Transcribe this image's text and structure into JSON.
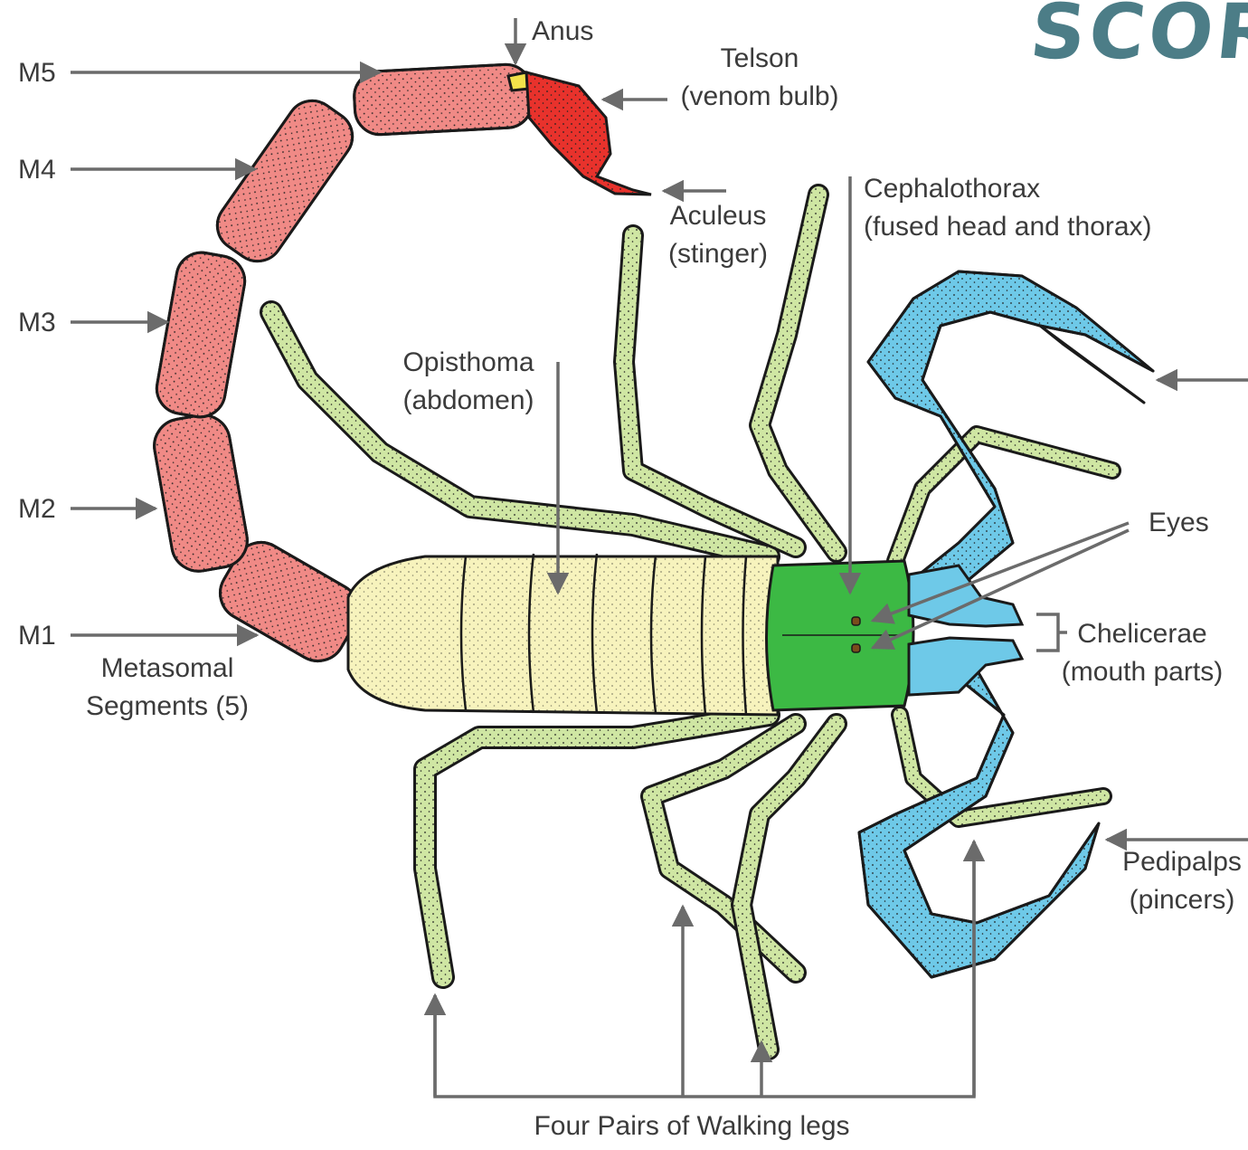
{
  "title": "SCORP",
  "labels": {
    "m5": "M5",
    "m4": "M4",
    "m3": "M3",
    "m2": "M2",
    "m1": "M1",
    "metasomal_line1": "Metasomal",
    "metasomal_line2": "Segments (5)",
    "anus": "Anus",
    "telson_line1": "Telson",
    "telson_line2": "(venom bulb)",
    "aculeus_line1": "Aculeus",
    "aculeus_line2": "(stinger)",
    "opisthoma_line1": "Opisthoma",
    "opisthoma_line2": "(abdomen)",
    "cephalothorax_line1": "Cephalothorax",
    "cephalothorax_line2": "(fused head and thorax)",
    "eyes": "Eyes",
    "chelicerae_line1": "Chelicerae",
    "chelicerae_line2": "(mouth parts)",
    "pedipalps_line1": "Pedipalps",
    "pedipalps_line2": "(pincers)",
    "walking_legs": "Four Pairs of Walking legs"
  },
  "colors": {
    "metasoma": "#f08a86",
    "telson": "#e8322c",
    "anus": "#f2e24a",
    "abdomen": "#f7f3bd",
    "cephalothorax": "#3cb944",
    "legs": "#cfe6a3",
    "pedipalps": "#6ec9e8",
    "arrows": "#6b6b6b",
    "title": "#4c7d87"
  }
}
